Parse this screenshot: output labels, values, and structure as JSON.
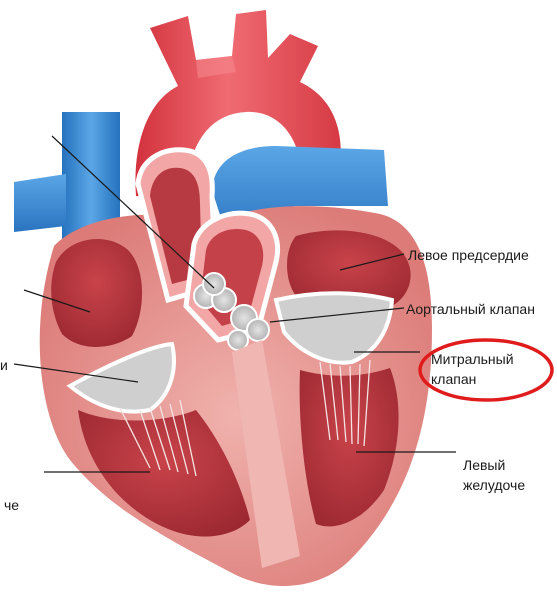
{
  "labels": {
    "left_atrium": "Левое предсердие",
    "aortic_valve": "Аортальный клапан",
    "mitral_valve_line1": "Митральный",
    "mitral_valve_line2": "клапан",
    "left_ventricle_line1": "Левый",
    "left_ventricle_line2": "желудоче",
    "cut_left_1": "и",
    "cut_left_2": "че"
  },
  "colors": {
    "aorta": "#e8404a",
    "aorta_highlight": "#f27a80",
    "vein_blue": "#2f86d4",
    "vein_highlight": "#6fb3ea",
    "muscle": "#e07f7f",
    "muscle_light": "#efb0ad",
    "chamber": "#b8323a",
    "chamber_dark": "#8e2128",
    "valve_grey": "#c9c9c9",
    "leader_line": "#1a1a1a",
    "highlight_ring": "#e01b1b"
  },
  "highlight": {
    "target": "mitral_valve",
    "shape": "ellipse-ring"
  }
}
